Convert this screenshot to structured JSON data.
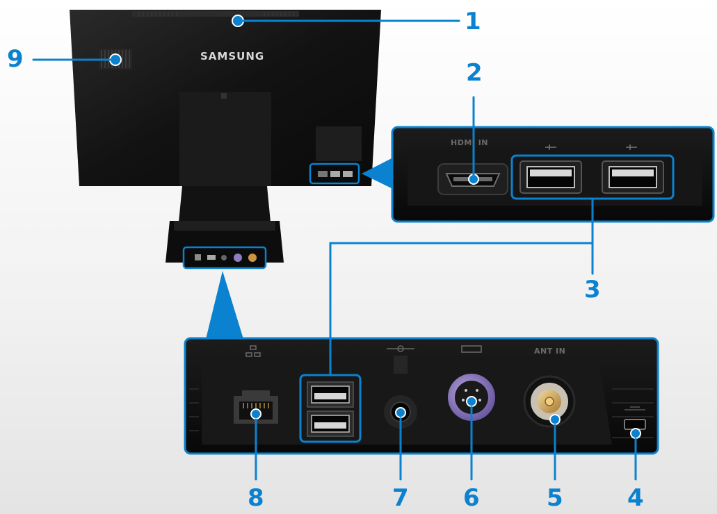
{
  "brand": "SAMSUNG",
  "port_labels": {
    "hdmi_in": "HDMI IN",
    "ant_in": "ANT IN"
  },
  "callouts": [
    {
      "id": "n1",
      "text": "1"
    },
    {
      "id": "n2",
      "text": "2"
    },
    {
      "id": "n3",
      "text": "3"
    },
    {
      "id": "n4",
      "text": "4"
    },
    {
      "id": "n5",
      "text": "5"
    },
    {
      "id": "n6",
      "text": "6"
    },
    {
      "id": "n7",
      "text": "7"
    },
    {
      "id": "n8",
      "text": "8"
    },
    {
      "id": "n9",
      "text": "9"
    }
  ],
  "colors": {
    "accent": "#0a82cf",
    "device": "#141414",
    "panel": "#101010"
  },
  "icons": [
    "usb-icon",
    "network-icon",
    "headphone-icon",
    "keyboard-icon",
    "lock-icon"
  ]
}
